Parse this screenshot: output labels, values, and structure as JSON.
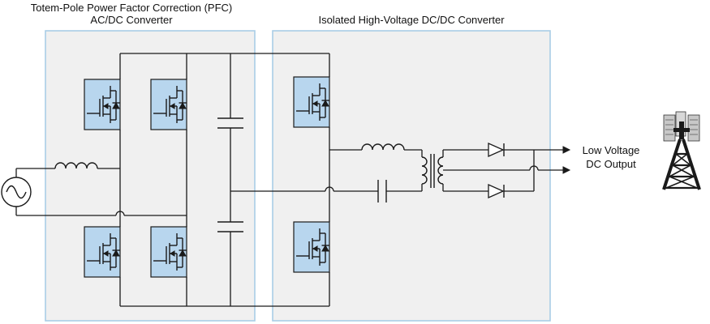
{
  "titles": {
    "pfc_line1": "Totem-Pole Power Factor Correction (PFC)",
    "pfc_line2": "AC/DC Converter",
    "dcdc": "Isolated High-Voltage DC/DC Converter"
  },
  "output": {
    "line1": "Low Voltage",
    "line2": "DC  Output"
  },
  "colors": {
    "panel_fill": "#f0f0f0",
    "panel_border": "#a9cde6",
    "mosfet_fill": "#b8d6ee",
    "wire": "#1a1a1a"
  }
}
